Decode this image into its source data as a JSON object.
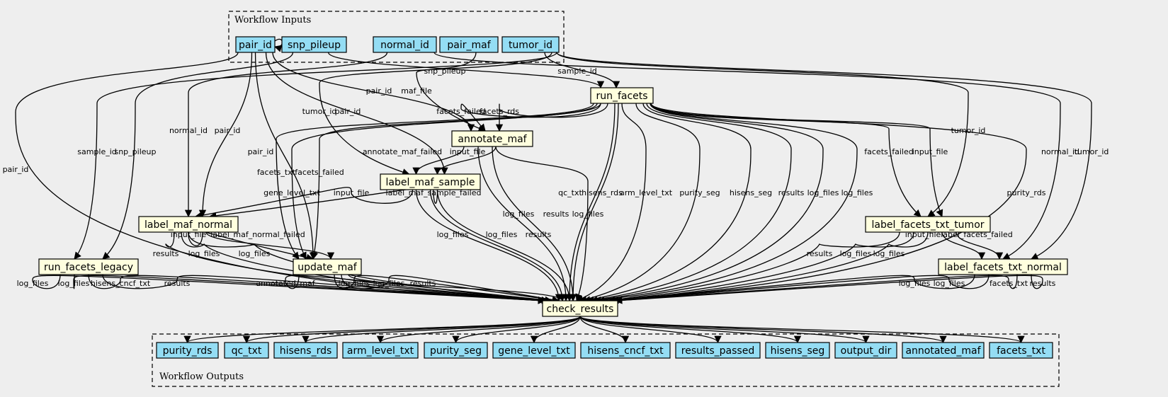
{
  "colors": {
    "background": "#eeeeee",
    "io_node": "#94ddf4",
    "step_node": "#ffffde",
    "stroke": "#000000"
  },
  "clusters": {
    "inputs": "Workflow Inputs",
    "outputs": "Workflow Outputs"
  },
  "inputs": [
    "pair_id",
    "snp_pileup",
    "normal_id",
    "pair_maf",
    "tumor_id"
  ],
  "steps": [
    "run_facets",
    "annotate_maf",
    "label_maf_sample",
    "label_maf_normal",
    "label_facets_txt_tumor",
    "run_facets_legacy",
    "update_maf",
    "label_facets_txt_normal",
    "check_results"
  ],
  "outputs": [
    "purity_rds",
    "qc_txt",
    "hisens_rds",
    "arm_level_txt",
    "purity_seg",
    "gene_level_txt",
    "hisens_cncf_txt",
    "results_passed",
    "hisens_seg",
    "output_dir",
    "annotated_maf",
    "facets_txt"
  ],
  "edges": [
    {
      "from": "pair_id",
      "to": "check_results",
      "label": "pair_id"
    },
    {
      "from": "snp_pileup",
      "to": "run_facets",
      "label": "snp_pileup"
    },
    {
      "from": "tumor_id",
      "to": "run_facets",
      "label": "sample_id"
    },
    {
      "from": "pair_id",
      "to": "annotate_maf",
      "label": "pair_id"
    },
    {
      "from": "pair_maf",
      "to": "annotate_maf",
      "label": "maf_file"
    },
    {
      "from": "normal_id",
      "to": "label_maf_normal",
      "label": "normal_id"
    },
    {
      "from": "pair_id",
      "to": "label_maf_normal",
      "label": "pair_id"
    },
    {
      "from": "tumor_id",
      "to": "run_facets_legacy",
      "label": "sample_id"
    },
    {
      "from": "snp_pileup",
      "to": "run_facets_legacy",
      "label": "snp_pileup"
    },
    {
      "from": "tumor_id",
      "to": "label_maf_sample",
      "label": "tumor_id"
    },
    {
      "from": "pair_id",
      "to": "label_maf_sample",
      "label": "pair_id"
    },
    {
      "from": "pair_id",
      "to": "update_maf",
      "label": "pair_id"
    },
    {
      "from": "tumor_id",
      "to": "label_facets_txt_tumor",
      "label": "tumor_id"
    },
    {
      "from": "normal_id",
      "to": "label_facets_txt_normal",
      "label": "normal_id"
    },
    {
      "from": "tumor_id",
      "to": "label_facets_txt_normal",
      "label": "tumor_id"
    },
    {
      "from": "run_facets",
      "to": "annotate_maf",
      "label": "facets_failed"
    },
    {
      "from": "run_facets",
      "to": "annotate_maf",
      "label": "facets_rds"
    },
    {
      "from": "annotate_maf",
      "to": "label_maf_sample",
      "label": "annotate_maf_failed"
    },
    {
      "from": "annotate_maf",
      "to": "label_maf_sample",
      "label": "input_file"
    },
    {
      "from": "run_facets",
      "to": "update_maf",
      "label": "facets_txt"
    },
    {
      "from": "run_facets",
      "to": "update_maf",
      "label": "facets_failed"
    },
    {
      "from": "run_facets",
      "to": "update_maf",
      "label": "gene_level_txt"
    },
    {
      "from": "label_maf_sample",
      "to": "label_maf_normal",
      "label": "input_file"
    },
    {
      "from": "label_maf_sample",
      "to": "label_maf_normal",
      "label": "label_maf_sample_failed"
    },
    {
      "from": "label_maf_normal",
      "to": "update_maf",
      "label": "input_file"
    },
    {
      "from": "label_maf_normal",
      "to": "update_maf",
      "label": "label_maf_normal_failed"
    },
    {
      "from": "run_facets",
      "to": "label_facets_txt_tumor",
      "label": "facets_failed"
    },
    {
      "from": "run_facets",
      "to": "label_facets_txt_tumor",
      "label": "input_file"
    },
    {
      "from": "label_facets_txt_tumor",
      "to": "label_facets_txt_normal",
      "label": "input_file"
    },
    {
      "from": "label_facets_txt_tumor",
      "to": "label_facets_txt_normal",
      "label": "label_facets_failed"
    },
    {
      "from": "run_facets",
      "to": "check_results",
      "label": "qc_txt"
    },
    {
      "from": "run_facets",
      "to": "check_results",
      "label": "hisens_rds"
    },
    {
      "from": "run_facets",
      "to": "check_results",
      "label": "arm_level_txt"
    },
    {
      "from": "run_facets",
      "to": "check_results",
      "label": "purity_seg"
    },
    {
      "from": "run_facets",
      "to": "check_results",
      "label": "hisens_seg"
    },
    {
      "from": "run_facets",
      "to": "check_results",
      "label": "results"
    },
    {
      "from": "run_facets",
      "to": "check_results",
      "label": "log_files"
    },
    {
      "from": "run_facets",
      "to": "check_results",
      "label": "log_files"
    },
    {
      "from": "run_facets",
      "to": "check_results",
      "label": "purity_rds"
    },
    {
      "from": "annotate_maf",
      "to": "check_results",
      "label": "log_files"
    },
    {
      "from": "annotate_maf",
      "to": "check_results",
      "label": "results"
    },
    {
      "from": "annotate_maf",
      "to": "check_results",
      "label": "log_files"
    },
    {
      "from": "label_maf_sample",
      "to": "check_results",
      "label": "log_files"
    },
    {
      "from": "label_maf_sample",
      "to": "check_results",
      "label": "log_files"
    },
    {
      "from": "label_maf_sample",
      "to": "check_results",
      "label": "results"
    },
    {
      "from": "label_maf_normal",
      "to": "check_results",
      "label": "results"
    },
    {
      "from": "label_maf_normal",
      "to": "check_results",
      "label": "log_files"
    },
    {
      "from": "label_maf_normal",
      "to": "check_results",
      "label": "log_files"
    },
    {
      "from": "run_facets_legacy",
      "to": "check_results",
      "label": "log_files"
    },
    {
      "from": "run_facets_legacy",
      "to": "check_results",
      "label": "log_files"
    },
    {
      "from": "run_facets_legacy",
      "to": "check_results",
      "label": "hisens_cncf_txt"
    },
    {
      "from": "run_facets_legacy",
      "to": "check_results",
      "label": "results"
    },
    {
      "from": "update_maf",
      "to": "check_results",
      "label": "annotated_maf"
    },
    {
      "from": "update_maf",
      "to": "check_results",
      "label": "log_files"
    },
    {
      "from": "update_maf",
      "to": "check_results",
      "label": "log_files"
    },
    {
      "from": "update_maf",
      "to": "check_results",
      "label": "results"
    },
    {
      "from": "label_facets_txt_tumor",
      "to": "check_results",
      "label": "results"
    },
    {
      "from": "label_facets_txt_tumor",
      "to": "check_results",
      "label": "log_files"
    },
    {
      "from": "label_facets_txt_tumor",
      "to": "check_results",
      "label": "log_files"
    },
    {
      "from": "label_facets_txt_normal",
      "to": "check_results",
      "label": "log_files"
    },
    {
      "from": "label_facets_txt_normal",
      "to": "check_results",
      "label": "log_files"
    },
    {
      "from": "label_facets_txt_normal",
      "to": "check_results",
      "label": "facets_txt"
    },
    {
      "from": "label_facets_txt_normal",
      "to": "check_results",
      "label": "results"
    },
    {
      "from": "check_results",
      "to": "purity_rds",
      "label": ""
    },
    {
      "from": "check_results",
      "to": "qc_txt",
      "label": ""
    },
    {
      "from": "check_results",
      "to": "hisens_rds",
      "label": ""
    },
    {
      "from": "check_results",
      "to": "arm_level_txt",
      "label": ""
    },
    {
      "from": "check_results",
      "to": "purity_seg",
      "label": ""
    },
    {
      "from": "check_results",
      "to": "gene_level_txt",
      "label": ""
    },
    {
      "from": "check_results",
      "to": "hisens_cncf_txt",
      "label": ""
    },
    {
      "from": "check_results",
      "to": "results_passed",
      "label": ""
    },
    {
      "from": "check_results",
      "to": "hisens_seg",
      "label": ""
    },
    {
      "from": "check_results",
      "to": "output_dir",
      "label": ""
    },
    {
      "from": "check_results",
      "to": "annotated_maf",
      "label": ""
    },
    {
      "from": "check_results",
      "to": "facets_txt",
      "label": ""
    }
  ]
}
